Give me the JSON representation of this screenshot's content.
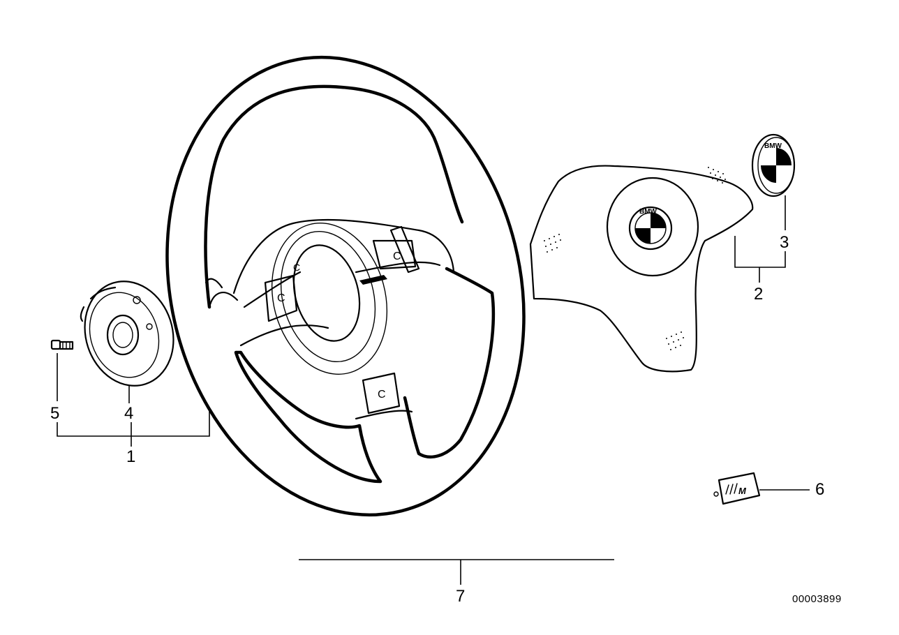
{
  "callouts": {
    "c1": "1",
    "c2": "2",
    "c3": "3",
    "c4": "4",
    "c5": "5",
    "c6": "6",
    "c7": "7"
  },
  "diagram_id": "00003899",
  "logo": {
    "airbag_emblem_letters": "BMW",
    "separate_emblem_letters": "BMW",
    "m_badge_text": "M"
  }
}
